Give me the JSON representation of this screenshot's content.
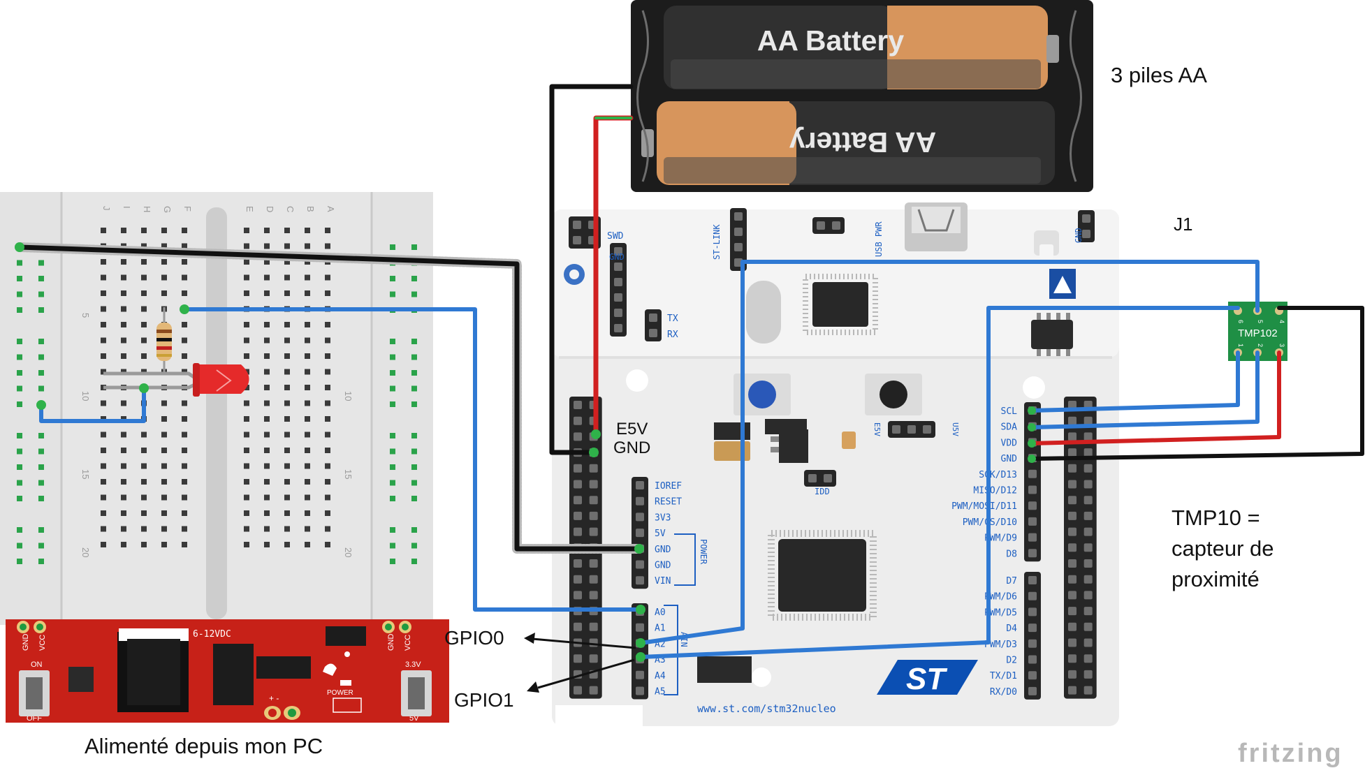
{
  "annotations": {
    "battery_pack": "3 piles AA",
    "header_j1": "J1",
    "e5v": "E5V",
    "gnd": "GND",
    "gpio0": "GPIO0",
    "gpio1": "GPIO1",
    "sensor_note_line1": "TMP10 =",
    "sensor_note_line2": "capteur de",
    "sensor_note_line3": "proximité",
    "power_note": "Alimenté depuis mon PC"
  },
  "battery": {
    "cell1": "AA Battery",
    "cell2": "AA Battery"
  },
  "breadboard": {
    "column_letters_left": [
      "J",
      "I",
      "H",
      "G",
      "F"
    ],
    "column_letters_right": [
      "E",
      "D",
      "C",
      "B",
      "A"
    ],
    "row_numbers": [
      "5",
      "10",
      "15",
      "20"
    ]
  },
  "power_module": {
    "input_label": "6-12VDC",
    "gnd": "GND",
    "vcc": "VCC",
    "on": "ON",
    "off": "OFF",
    "v33": "3.3V",
    "v5": "5V",
    "power": "POWER",
    "plus_minus": "+ -"
  },
  "nucleo": {
    "swd": "SWD",
    "gnd_top": "GND",
    "stlink": "ST-LINK",
    "usb_pwr": "USB PWR",
    "gnd_right": "GND",
    "tx": "TX",
    "rx": "RX",
    "e5v_silk": "E5V",
    "u5v_silk": "U5V",
    "idd": "IDD",
    "power_group": "POWER",
    "analog_group": "AIN",
    "url": "www.st.com/stm32nucleo",
    "logo": "ST",
    "power_header": [
      "IOREF",
      "RESET",
      "3V3",
      "5V",
      "GND",
      "GND",
      "VIN"
    ],
    "analog_header": [
      "A0",
      "A1",
      "A2",
      "A3",
      "A4",
      "A5"
    ],
    "digital_header_top": [
      "SCL",
      "SDA",
      "VDD",
      "GND",
      "SCK/D13",
      "MISO/D12",
      "PWM/MOSI/D11",
      "PWM/CS/D10",
      "PWM/D9",
      "D8"
    ],
    "digital_header_bottom": [
      "D7",
      "PWM/D6",
      "PWM/D5",
      "D4",
      "PWM/D3",
      "D2",
      "TX/D1",
      "RX/D0"
    ]
  },
  "sensor": {
    "label": "TMP102",
    "pins_top": [
      "6",
      "5",
      "4"
    ],
    "pins_bottom": [
      "1",
      "2",
      "3"
    ]
  },
  "footer": {
    "brand": "fritzing"
  },
  "colors": {
    "wire_blue": "#2f79d3",
    "wire_red": "#d12020",
    "wire_black": "#111111",
    "board_red": "#c72118",
    "nucleo_board": "#ededed",
    "sensor_green": "#1f8f45",
    "battery_copper": "#d7955c",
    "st_blue": "#0b4fb3"
  }
}
